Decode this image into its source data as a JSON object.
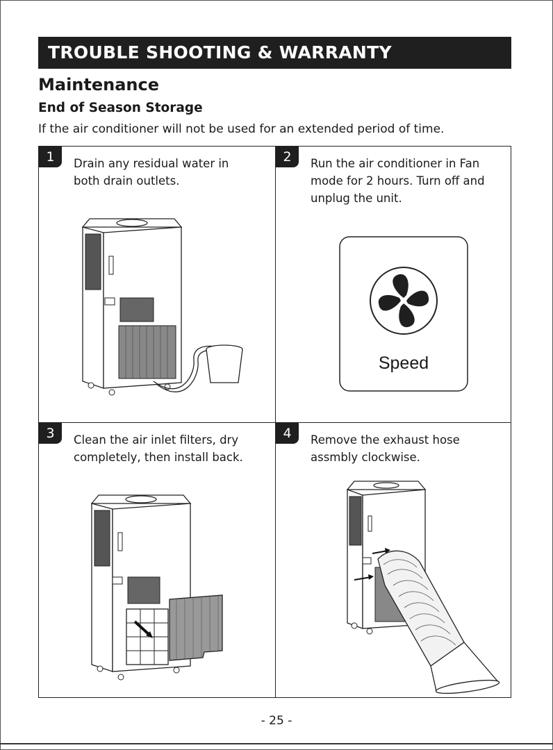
{
  "header": {
    "banner": "TROUBLE SHOOTING & WARRANTY"
  },
  "section": {
    "title": "Maintenance",
    "subtitle": "End of Season Storage",
    "intro": "If the air conditioner will not be used for an extended period of time."
  },
  "steps": [
    {
      "number": "1",
      "text": "Drain any residual water in\nboth drain outlets."
    },
    {
      "number": "2",
      "text": "Run the air conditioner in Fan\nmode for 2 hours. Turn off and\nunplug the unit."
    },
    {
      "number": "3",
      "text": "Clean the air inlet filters, dry\ncompletely, then install back."
    },
    {
      "number": "4",
      "text": "Remove the exhaust hose\nassmbly clockwise."
    }
  ],
  "fan_panel": {
    "label": "Speed"
  },
  "footer": {
    "page_number": "- 25 -"
  },
  "colors": {
    "banner_bg": "#1f1f1f",
    "text": "#1a1a1a",
    "line": "#222222"
  }
}
